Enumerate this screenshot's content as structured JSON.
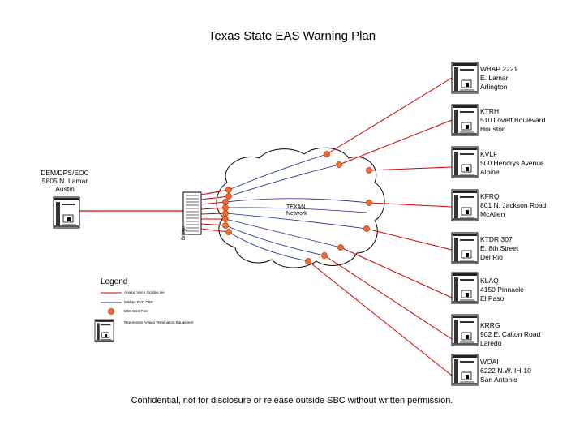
{
  "title": "Texas State EAS Warning Plan",
  "origin": {
    "lines": [
      "DEM/DPS/EOC",
      "5805 N. Lamar",
      "Austin"
    ]
  },
  "network_label": [
    "TEXAN",
    "Network"
  ],
  "bridge_label": "Bridge",
  "stations": [
    {
      "lines": [
        "WBAP  2221",
        "E. Lamar",
        "Arlington"
      ]
    },
    {
      "lines": [
        "KTRH",
        "510 Lovett Boulevard",
        "Houston"
      ]
    },
    {
      "lines": [
        "KVLF",
        "500 Hendrys Avenue",
        "Alpine"
      ]
    },
    {
      "lines": [
        "KFRQ",
        "801 N. Jackson Road",
        "McAllen"
      ]
    },
    {
      "lines": [
        "KTDR   307",
        "E. 8th Street",
        "Del Rio"
      ]
    },
    {
      "lines": [
        "KLAQ",
        "4150 Pinnacle",
        "El Paso"
      ]
    },
    {
      "lines": [
        "KRRG",
        "902 E. Calton Road",
        "Laredo"
      ]
    },
    {
      "lines": [
        "WOAI",
        "6222 N.W. IH-10",
        "San Antonio"
      ]
    }
  ],
  "legend": {
    "title": "Legend",
    "analog_line": "Analog Voice Grade Line",
    "pvc_cbr": "56kbps PVC CBR",
    "port": "DS0 CES Port",
    "equipment": "Represents Analog Termination Equipment"
  },
  "footer": "Confidential, not for disclosure or release outside SBC without written permission.",
  "colors": {
    "analog_line": "#d00000",
    "pvc_line": "#1a2a8c",
    "port_fill": "#f06a30",
    "port_stroke": "#b03000"
  }
}
